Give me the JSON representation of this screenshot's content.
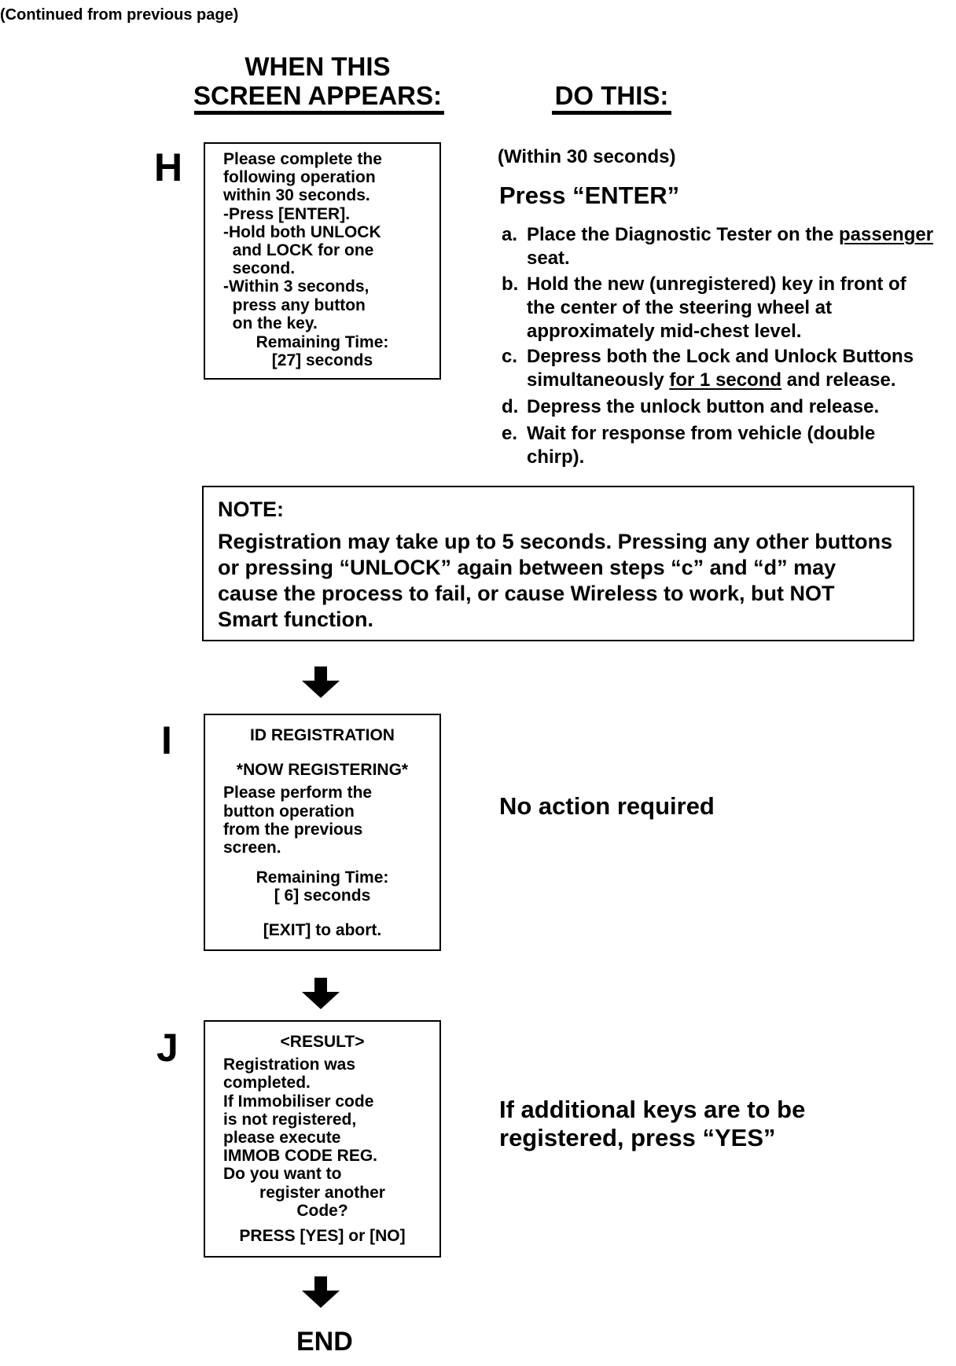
{
  "continued": "(Continued from previous page)",
  "headers": {
    "left_line1": "WHEN THIS",
    "left_line2": "SCREEN APPEARS:",
    "right": "DO THIS:"
  },
  "step_h": {
    "letter": "H",
    "screen_lines": [
      "Please complete the",
      "following operation",
      "within 30 seconds.",
      "-Press [ENTER].",
      "-Hold both UNLOCK",
      "  and LOCK for one",
      "  second.",
      "-Within 3 seconds,",
      "  press any button",
      "  on the key."
    ],
    "remaining_label": "Remaining Time:",
    "remaining_value": "[27] seconds",
    "timing": "(Within 30 seconds)",
    "press": "Press “ENTER”",
    "items": [
      {
        "marker": "a.",
        "pre": "Place the Diagnostic Tester on the ",
        "u": "passenger",
        "post": " seat."
      },
      {
        "marker": "b.",
        "pre": "Hold the new (unregistered) key in front of the center of the steering wheel at approximately mid-chest level.",
        "u": "",
        "post": ""
      },
      {
        "marker": "c.",
        "pre": "Depress both the Lock and Unlock Buttons simultaneously ",
        "u": "for 1 second",
        "post": " and release."
      },
      {
        "marker": "d.",
        "pre": "Depress the unlock button and release.",
        "u": "",
        "post": ""
      },
      {
        "marker": "e.",
        "pre": "Wait for response from vehicle (double chirp).",
        "u": "",
        "post": ""
      }
    ]
  },
  "note": {
    "title": "NOTE:",
    "text": "Registration may take up to 5 seconds. Pressing any other buttons or pressing “UNLOCK” again between steps “c” and “d” may cause the process to fail, or cause Wireless to work, but NOT Smart function."
  },
  "step_i": {
    "letter": "I",
    "title": "ID REGISTRATION",
    "status": "*NOW REGISTERING*",
    "lines": [
      "Please perform the",
      "button operation",
      "from the previous",
      "screen."
    ],
    "remaining_label": "Remaining Time:",
    "remaining_value": "[ 6] seconds",
    "exit": "[EXIT] to abort.",
    "action": "No action required"
  },
  "step_j": {
    "letter": "J",
    "title": "<RESULT>",
    "lines": [
      "Registration was",
      "completed.",
      "If Immobiliser code",
      "is not registered,",
      "please execute",
      "IMMOB CODE REG.",
      "Do you want to"
    ],
    "centered_lines": [
      "register another",
      "Code?"
    ],
    "prompt": "PRESS [YES] or [NO]",
    "action_line1": "If additional keys are to be",
    "action_line2": "registered, press “YES”"
  },
  "end": "END"
}
